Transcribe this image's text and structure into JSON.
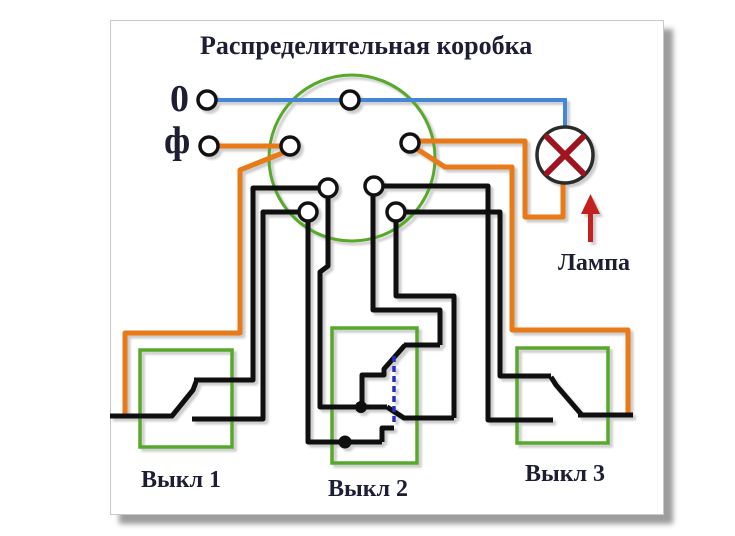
{
  "title": "Распределительная коробка",
  "labels": {
    "neutral": "0",
    "phase": "ф",
    "lamp": "Лампа",
    "switch1": "Выкл 1",
    "switch2": "Выкл 2",
    "switch3": "Выкл 3"
  },
  "colors": {
    "neutral_wire_blue": "#4587d6",
    "phase_wire_orange": "#e87a17",
    "traveler_wire_black": "#0f0f0f",
    "box_outline_green": "#57a82b",
    "lamp_cross_red": "#9e1420",
    "lamp_ring_dark": "#2b2b2b",
    "arrow_red": "#c32020",
    "mech_link_dashed_blue": "#2a2ec0",
    "terminal_stroke": "#111111",
    "text_dark": "#1d1d33"
  }
}
